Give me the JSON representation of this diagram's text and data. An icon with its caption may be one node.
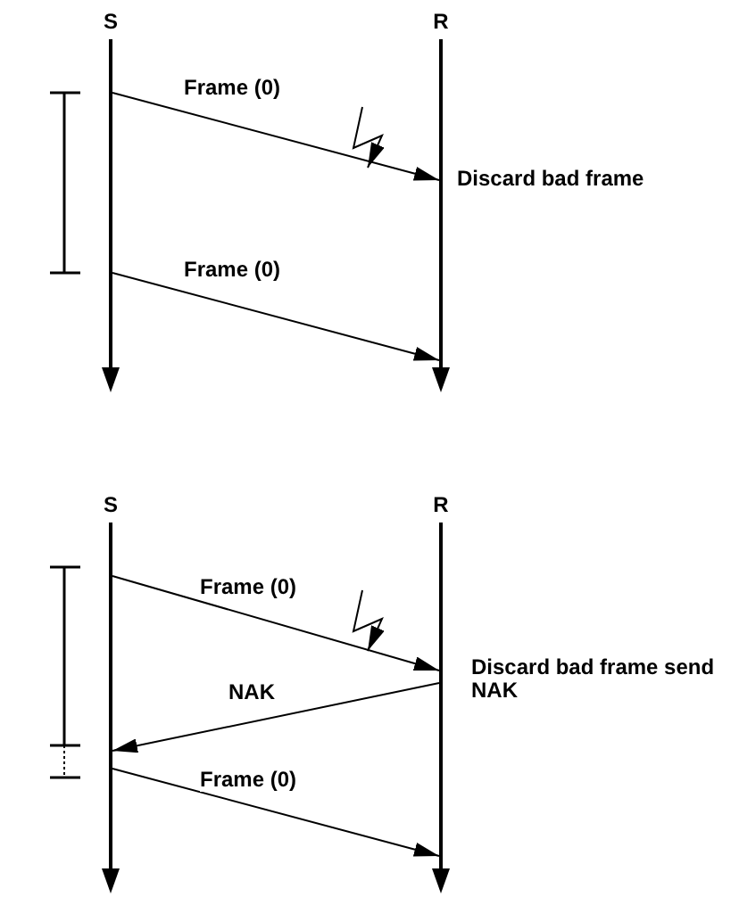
{
  "diagram": {
    "nodes": [
      {
        "text": [
          "S"
        ]
      },
      {
        "text": [
          "R"
        ]
      },
      {
        "text": [
          "S"
        ]
      },
      {
        "text": [
          "R"
        ]
      }
    ],
    "edges": [
      {
        "from": 0,
        "to": 1,
        "arrow": "to",
        "label": "Frame (0)"
      },
      {
        "from": 0,
        "to": 1,
        "arrow": "to",
        "label": "Frame (0)"
      },
      {
        "from": 2,
        "to": 3,
        "arrow": "to",
        "label": "Frame (0)"
      },
      {
        "from": 3,
        "to": 2,
        "arrow": "to",
        "label": "NAK"
      },
      {
        "from": 2,
        "to": 3,
        "arrow": "to",
        "label": "Frame (0)"
      }
    ],
    "labels": [
      "Discard bad frame",
      "Discard bad frame send NAK"
    ]
  }
}
